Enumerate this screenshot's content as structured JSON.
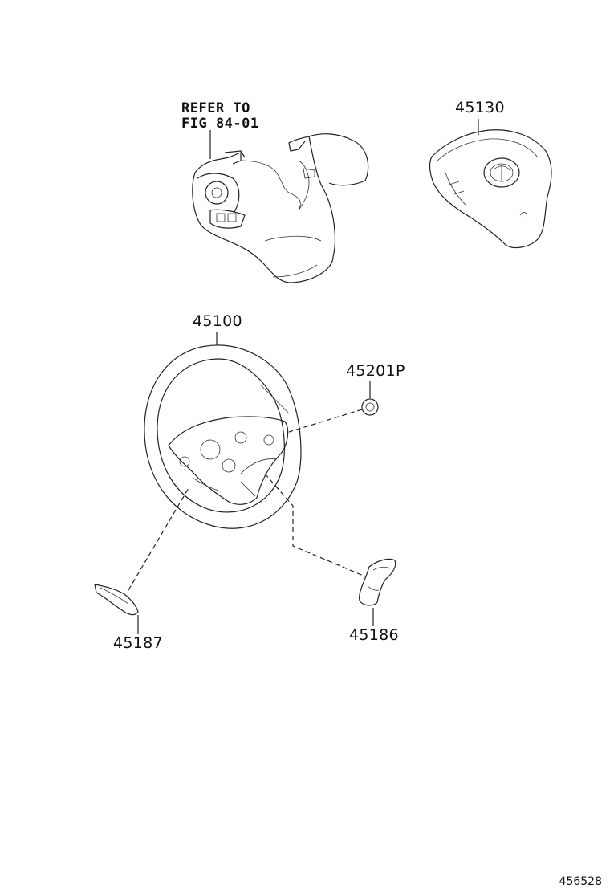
{
  "labels": {
    "refer_line1": "REFER TO",
    "refer_line2": "FIG 84-01",
    "p45130": "45130",
    "p45100": "45100",
    "p45201p": "45201P",
    "p45187": "45187",
    "p45186": "45186"
  },
  "figure_id": "456528"
}
